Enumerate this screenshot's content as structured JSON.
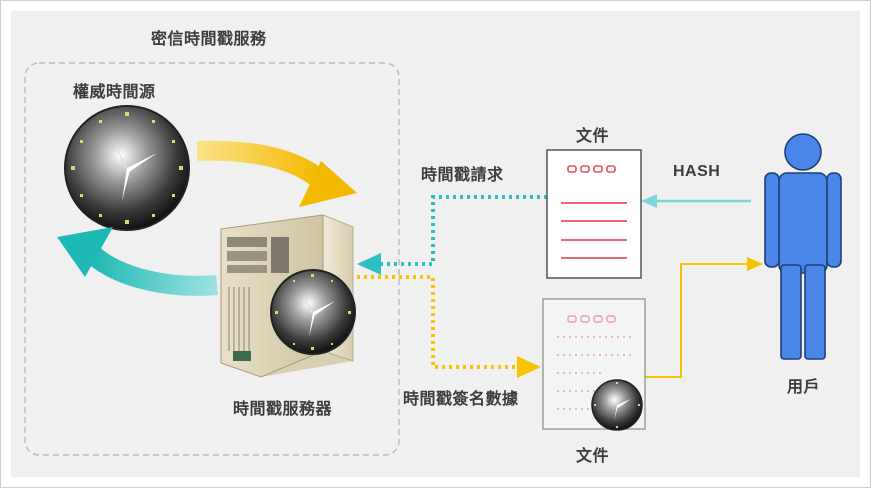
{
  "title": "密信時間戳服務",
  "labels": {
    "authority_time_source": "權威時間源",
    "timestamp_server": "時間戳服務器",
    "timestamp_request": "時間戳請求",
    "timestamp_signature_data": "時間戳簽名數據",
    "document_top": "文件",
    "document_bottom": "文件",
    "hash": "HASH",
    "user": "用戶"
  },
  "colors": {
    "panel_bg": "#eff0ef",
    "dashed_border": "#b9b9b9",
    "request_arrow": "#2ebfc4",
    "response_arrow": "#f6c400",
    "hash_arrow": "#7fd6da",
    "curved_arrow_yellow": "#f3bb10",
    "curved_arrow_teal": "#24bcb8",
    "user_body": "#4a86e8",
    "doc_red_lines": "#e8505b"
  },
  "icons": [
    "clock-icon",
    "server-icon",
    "document-icon",
    "user-icon"
  ]
}
